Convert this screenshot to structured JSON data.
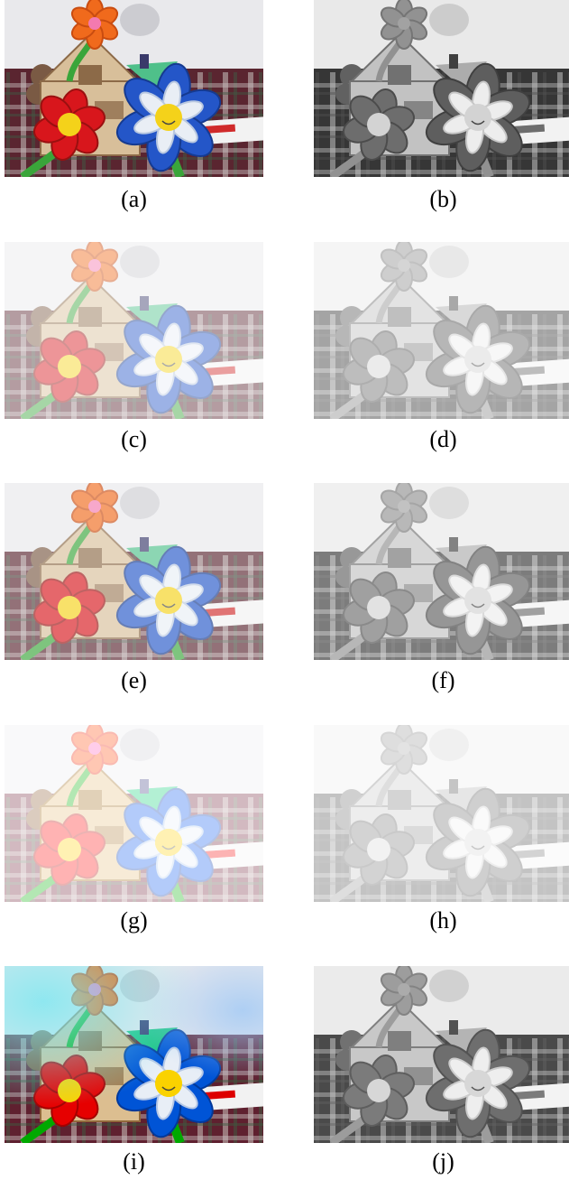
{
  "figure": {
    "panels": [
      {
        "id": "a",
        "caption": "(a)",
        "mode": "color",
        "fade": 0.0,
        "sat": 1.0,
        "tint": "none"
      },
      {
        "id": "b",
        "caption": "(b)",
        "mode": "gray",
        "fade": 0.0,
        "sat": 0.0,
        "tint": "none"
      },
      {
        "id": "c",
        "caption": "(c)",
        "mode": "color",
        "fade": 0.55,
        "sat": 1.0,
        "tint": "none"
      },
      {
        "id": "d",
        "caption": "(d)",
        "mode": "gray",
        "fade": 0.55,
        "sat": 0.0,
        "tint": "none"
      },
      {
        "id": "e",
        "caption": "(e)",
        "mode": "color",
        "fade": 0.35,
        "sat": 1.0,
        "tint": "none"
      },
      {
        "id": "f",
        "caption": "(f)",
        "mode": "gray",
        "fade": 0.35,
        "sat": 0.0,
        "tint": "none"
      },
      {
        "id": "g",
        "caption": "(g)",
        "mode": "color",
        "fade": 0.7,
        "sat": 1.6,
        "tint": "none"
      },
      {
        "id": "h",
        "caption": "(h)",
        "mode": "gray",
        "fade": 0.7,
        "sat": 0.0,
        "tint": "none"
      },
      {
        "id": "i",
        "caption": "(i)",
        "mode": "color",
        "fade": 0.0,
        "sat": 1.2,
        "tint": "cyan"
      },
      {
        "id": "j",
        "caption": "(j)",
        "mode": "gray",
        "fade": 0.1,
        "sat": 0.0,
        "tint": "none"
      }
    ],
    "colors": {
      "wall": "#e9e9ec",
      "couch": "#5a2530",
      "plaid_light": "#c9c2c0",
      "plaid_green": "#3f5a44",
      "house": "#d8bf9a",
      "house_dark": "#8c6a48",
      "red_flower": "#d8161c",
      "blue_flower": "#2456c8",
      "blue_inner": "#e9eef5",
      "orange_flower": "#f06a1c",
      "yellow_center": "#f4d21a",
      "stem_green": "#3aa53a",
      "cone_green": "#4fc08a",
      "box_white": "#f2f2f2",
      "monkey": "#7a5a44"
    }
  }
}
